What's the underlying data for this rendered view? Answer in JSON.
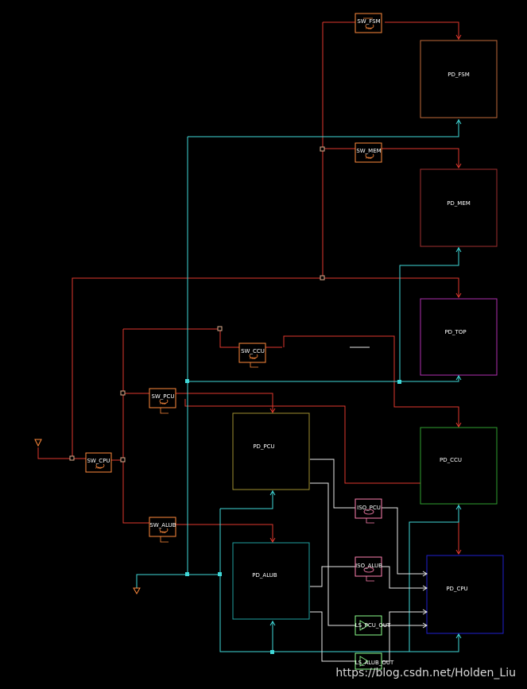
{
  "colors": {
    "background": "#000000",
    "power_red": "#e0392e",
    "ground_cyan": "#40d8d8",
    "signal_white": "#ffffff",
    "switch_orange": "#ff8a3c",
    "iso_pink": "#ff80b0",
    "level_green": "#8cff8c",
    "fsm_box": "#c06a3a",
    "mem_box": "#a03030",
    "top_box": "#b030b0",
    "ccu_box": "#30a030",
    "pcu_box": "#a09030",
    "alub_box": "#20a0a0",
    "cpu_box": "#2020d0"
  },
  "domains": [
    {
      "id": "fsm",
      "label": "PD_FSM"
    },
    {
      "id": "mem",
      "label": "PD_MEM"
    },
    {
      "id": "top",
      "label": "PD_TOP"
    },
    {
      "id": "ccu",
      "label": "PD_CCU"
    },
    {
      "id": "pcu",
      "label": "PD_PCU"
    },
    {
      "id": "alub",
      "label": "PD_ALUB"
    },
    {
      "id": "cpu",
      "label": "PD_CPU"
    }
  ],
  "switches": [
    {
      "id": "fsm",
      "label": "SW_FSM",
      "sub": "PSW"
    },
    {
      "id": "mem",
      "label": "SW_MEM",
      "sub": "PSW"
    },
    {
      "id": "ccu",
      "label": "SW_CCU",
      "sub": "PSW"
    },
    {
      "id": "pcu",
      "label": "SW_PCU",
      "sub": "PSW"
    },
    {
      "id": "cpu",
      "label": "SW_CPU",
      "sub": "PSW"
    },
    {
      "id": "alub",
      "label": "SW_ALUB",
      "sub": "PSW"
    }
  ],
  "cells": [
    {
      "id": "iso_pcu",
      "label": "ISO_PCU"
    },
    {
      "id": "iso_alub",
      "label": "ISO_ALUB"
    },
    {
      "id": "ls_pcu_out",
      "label": "LS_PCU_OUT"
    },
    {
      "id": "ls_alub_out",
      "label": "LS_ALUB_OUT"
    }
  ],
  "watermark": "https://blog.csdn.net/Holden_Liu"
}
